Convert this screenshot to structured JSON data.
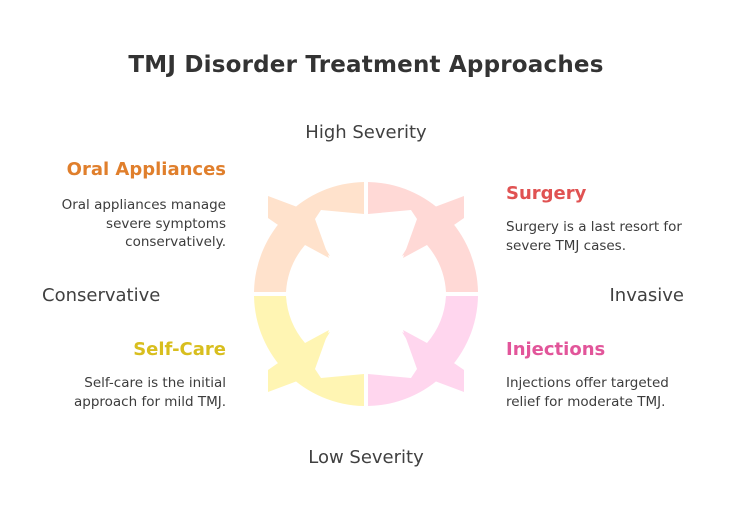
{
  "title": "TMJ Disorder Treatment Approaches",
  "axes": {
    "top": "High Severity",
    "bottom": "Low Severity",
    "left": "Conservative",
    "right": "Invasive"
  },
  "quadrants": {
    "oral_appliances": {
      "title": "Oral Appliances",
      "description": "Oral appliances manage severe symptoms conservatively.",
      "color": "#E07F2C",
      "fill": "#FFE2CC"
    },
    "surgery": {
      "title": "Surgery",
      "description": "Surgery is a last resort for severe TMJ cases.",
      "color": "#E05252",
      "fill": "#FFD9D6"
    },
    "self_care": {
      "title": "Self-Care",
      "description": "Self-care is the initial approach for mild TMJ.",
      "color": "#D8BE1E",
      "fill": "#FFF5B3"
    },
    "injections": {
      "title": "Injections",
      "description": "Injections offer targeted relief for moderate TMJ.",
      "color": "#E2559A",
      "fill": "#FFD6EE"
    }
  }
}
